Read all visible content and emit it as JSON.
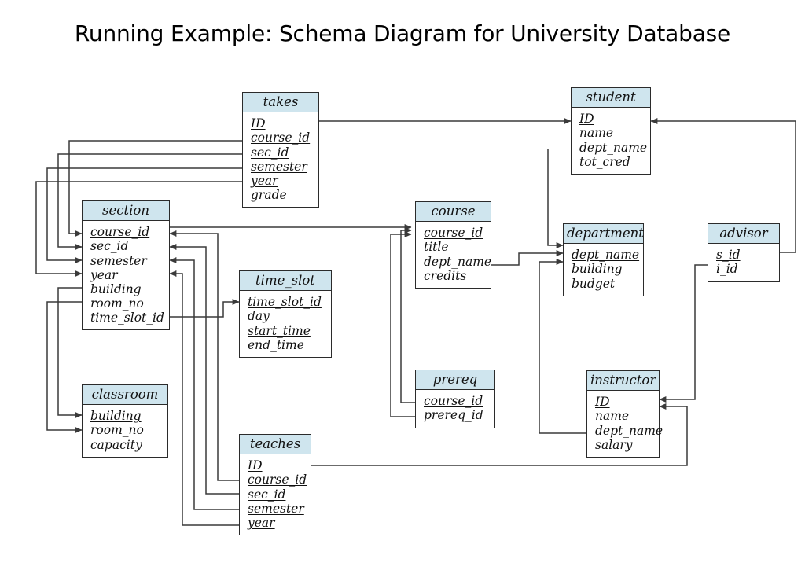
{
  "page": {
    "title": "Running Example: Schema Diagram for University Database",
    "accent_header_color": "#cfe5ee",
    "line_color": "#3a3a3a",
    "border_color": "#2b2b2b",
    "background": "#ffffff"
  },
  "tables": {
    "takes": {
      "name": "takes",
      "fields": [
        "ID",
        "course_id",
        "sec_id",
        "semester",
        "year",
        "grade"
      ],
      "keys": [
        "ID",
        "course_id",
        "sec_id",
        "semester",
        "year"
      ]
    },
    "student": {
      "name": "student",
      "fields": [
        "ID",
        "name",
        "dept_name",
        "tot_cred"
      ],
      "keys": [
        "ID"
      ]
    },
    "section": {
      "name": "section",
      "fields": [
        "course_id",
        "sec_id",
        "semester",
        "year",
        "building",
        "room_no",
        "time_slot_id"
      ],
      "keys": [
        "course_id",
        "sec_id",
        "semester",
        "year"
      ]
    },
    "course": {
      "name": "course",
      "fields": [
        "course_id",
        "title",
        "dept_name",
        "credits"
      ],
      "keys": [
        "course_id"
      ]
    },
    "department": {
      "name": "department",
      "fields": [
        "dept_name",
        "building",
        "budget"
      ],
      "keys": [
        "dept_name"
      ]
    },
    "advisor": {
      "name": "advisor",
      "fields": [
        "s_id",
        "i_id"
      ],
      "keys": [
        "s_id"
      ]
    },
    "time_slot": {
      "name": "time_slot",
      "fields": [
        "time_slot_id",
        "day",
        "start_time",
        "end_time"
      ],
      "keys": [
        "time_slot_id",
        "day",
        "start_time"
      ]
    },
    "prereq": {
      "name": "prereq",
      "fields": [
        "course_id",
        "prereq_id"
      ],
      "keys": [
        "course_id",
        "prereq_id"
      ]
    },
    "instructor": {
      "name": "instructor",
      "fields": [
        "ID",
        "name",
        "dept_name",
        "salary"
      ],
      "keys": [
        "ID"
      ]
    },
    "classroom": {
      "name": "classroom",
      "fields": [
        "building",
        "room_no",
        "capacity"
      ],
      "keys": [
        "building",
        "room_no"
      ]
    },
    "teaches": {
      "name": "teaches",
      "fields": [
        "ID",
        "course_id",
        "sec_id",
        "semester",
        "year"
      ],
      "keys": [
        "ID",
        "course_id",
        "sec_id",
        "semester",
        "year"
      ]
    }
  },
  "relationships": [
    {
      "from": "takes.ID",
      "to": "student.ID"
    },
    {
      "from": "takes.course_id",
      "to": "section.course_id"
    },
    {
      "from": "takes.sec_id",
      "to": "section.sec_id"
    },
    {
      "from": "takes.semester",
      "to": "section.semester"
    },
    {
      "from": "takes.year",
      "to": "section.year"
    },
    {
      "from": "section.course_id",
      "to": "course.course_id"
    },
    {
      "from": "section.building",
      "to": "classroom.building"
    },
    {
      "from": "section.room_no",
      "to": "classroom.room_no"
    },
    {
      "from": "section.time_slot_id",
      "to": "time_slot.time_slot_id"
    },
    {
      "from": "teaches.course_id",
      "to": "section.course_id"
    },
    {
      "from": "teaches.sec_id",
      "to": "section.sec_id"
    },
    {
      "from": "teaches.semester",
      "to": "section.semester"
    },
    {
      "from": "teaches.year",
      "to": "section.year"
    },
    {
      "from": "teaches.ID",
      "to": "instructor.ID"
    },
    {
      "from": "prereq.course_id",
      "to": "course.course_id"
    },
    {
      "from": "prereq.prereq_id",
      "to": "course.course_id"
    },
    {
      "from": "course.dept_name",
      "to": "department.dept_name"
    },
    {
      "from": "student.dept_name",
      "to": "department.dept_name"
    },
    {
      "from": "instructor.dept_name",
      "to": "department.dept_name"
    },
    {
      "from": "advisor.s_id",
      "to": "student.ID"
    },
    {
      "from": "advisor.i_id",
      "to": "instructor.ID"
    }
  ]
}
